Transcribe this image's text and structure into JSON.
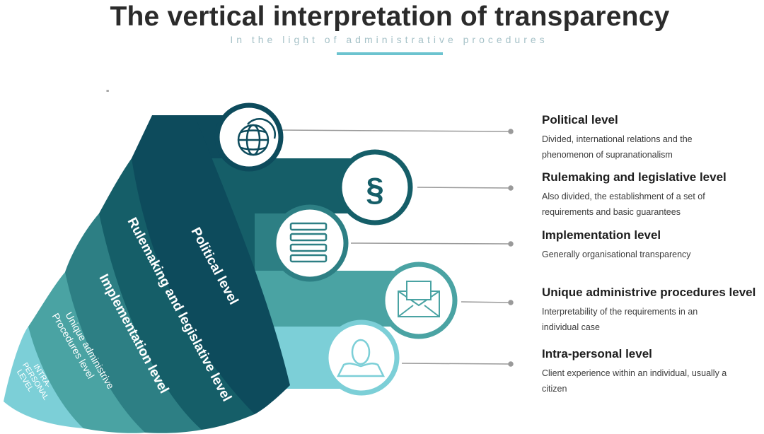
{
  "header": {
    "title": "The vertical interpretation of transparency",
    "subtitle": "In the light of administrative procedures"
  },
  "colors": {
    "political": "#0d4b5c",
    "rulemaking": "#155e68",
    "implementation": "#2d7f84",
    "unique": "#4aa3a3",
    "intra": "#7ccfd7",
    "connector": "#9a9a9a",
    "accent": "#6cc3cf"
  },
  "levels": [
    {
      "key": "political",
      "band_label": "Political level",
      "title": "Political level",
      "desc_lines": [
        "Divided, international relations and the",
        "phenomenon of supranationalism"
      ],
      "icon": "globe-icon"
    },
    {
      "key": "rulemaking",
      "band_label": "Rulemaking and legislative level",
      "title": "Rulemaking and legislative level",
      "desc_lines": [
        "Also divided, the establishment of a set of",
        "requirements and basic guarantees"
      ],
      "icon": "section-sign-icon",
      "icon_text": "§"
    },
    {
      "key": "implementation",
      "band_label": "Implementation level",
      "title": "Implementation level",
      "desc_lines": [
        "Generally organisational transparency"
      ],
      "icon": "list-icon"
    },
    {
      "key": "unique",
      "band_label_lines": [
        "Unique administrive",
        "Procedures level"
      ],
      "title": "Unique administrive procedures level",
      "desc_lines": [
        "Interpretability of the requirements in an",
        "individual case"
      ],
      "icon": "envelope-icon"
    },
    {
      "key": "intra",
      "band_label_lines": [
        "INTRA-",
        "PERSONAL",
        "LEVEL"
      ],
      "title": "Intra-personal level",
      "desc_lines": [
        "Client experience within an individual, usually a",
        "citizen"
      ],
      "icon": "person-icon"
    }
  ]
}
